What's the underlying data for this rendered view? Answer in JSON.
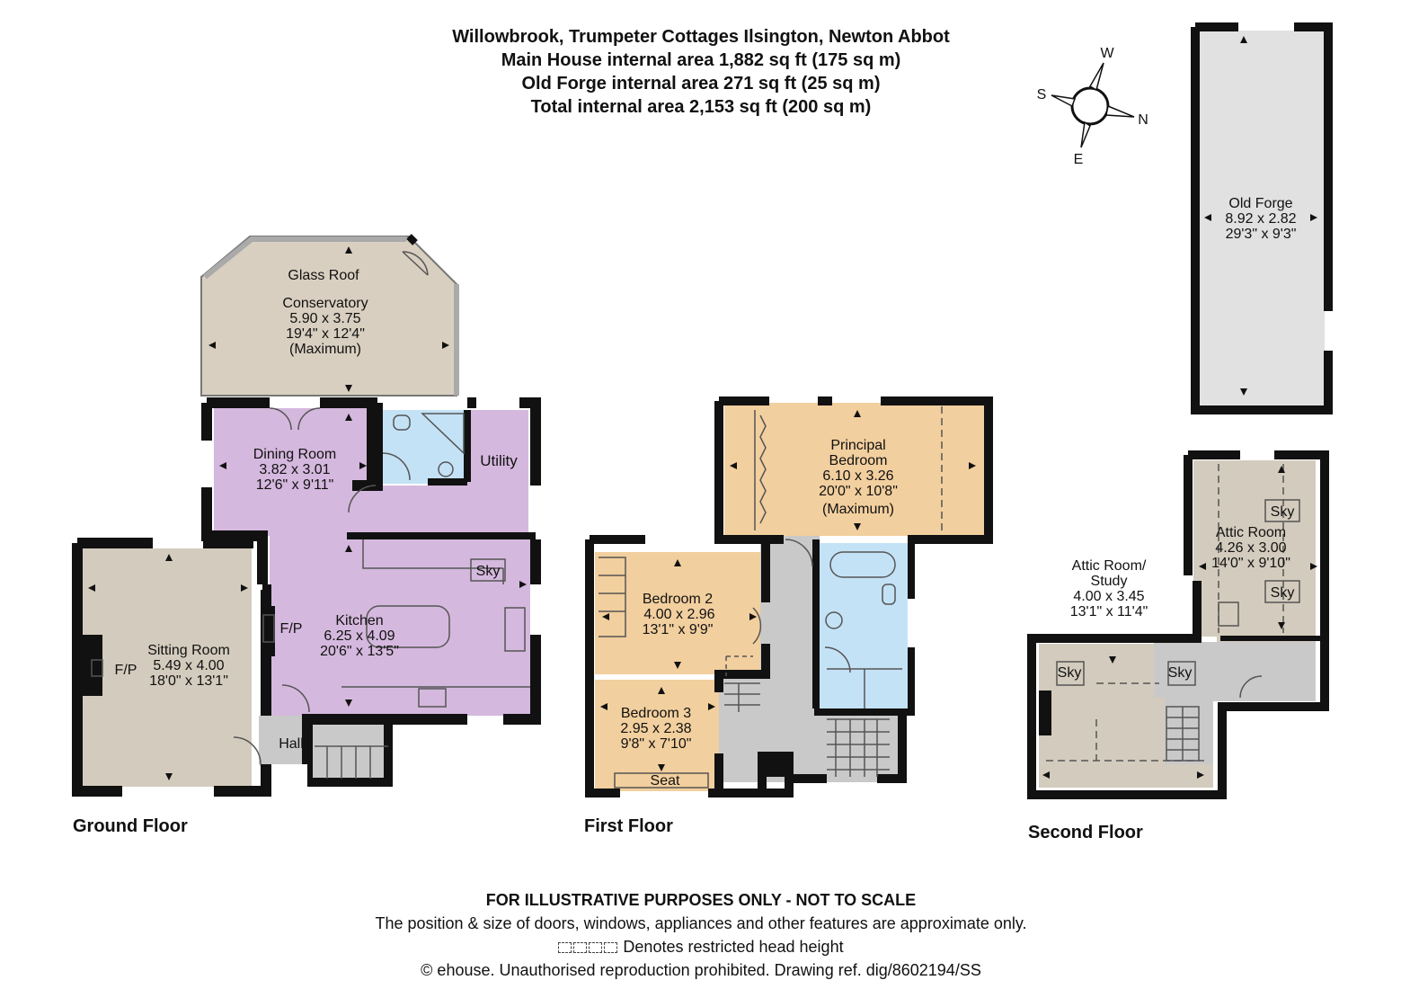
{
  "header": {
    "address": "Willowbrook, Trumpeter Cottages Ilsington, Newton Abbot",
    "main_area": "Main House internal area 1,882 sq ft (175 sq m)",
    "forge_area": "Old Forge internal area 271 sq ft (25 sq m)",
    "total_area": "Total internal area 2,153 sq ft (200 sq m)"
  },
  "compass": {
    "north": "N",
    "south": "S",
    "east": "E",
    "west": "W"
  },
  "colors": {
    "wall": "#111111",
    "conservatory": "#d9cfc0",
    "living": "#d3cbbd",
    "kitchen_dining": "#d5b8de",
    "bathroom": "#c4e2f6",
    "bedroom": "#f2cf9e",
    "circulation": "#c9c9c9",
    "forge": "#e1e1e1"
  },
  "floors": {
    "ground": {
      "label": "Ground Floor",
      "rooms": {
        "conservatory": {
          "roof": "Glass Roof",
          "name": "Conservatory",
          "metric": "5.90 x 3.75",
          "imperial": "19'4\" x 12'4\"",
          "note": "(Maximum)"
        },
        "dining": {
          "name": "Dining Room",
          "metric": "3.82 x 3.01",
          "imperial": "12'6\" x 9'11\""
        },
        "utility": {
          "name": "Utility"
        },
        "kitchen": {
          "name": "Kitchen",
          "metric": "6.25 x 4.09",
          "imperial": "20'6\" x 13'5\"",
          "sky": "Sky",
          "fp": "F/P"
        },
        "sitting": {
          "name": "Sitting Room",
          "metric": "5.49 x 4.00",
          "imperial": "18'0\" x 13'1\"",
          "fp": "F/P"
        },
        "hall": {
          "name": "Hall"
        }
      }
    },
    "first": {
      "label": "First Floor",
      "rooms": {
        "principal": {
          "name": "Principal",
          "name2": "Bedroom",
          "metric": "6.10 x 3.26",
          "imperial": "20'0\" x 10'8\"",
          "note": "(Maximum)"
        },
        "bed2": {
          "name": "Bedroom 2",
          "metric": "4.00 x 2.96",
          "imperial": "13'1\" x 9'9\""
        },
        "bed3": {
          "name": "Bedroom 3",
          "metric": "2.95 x 2.38",
          "imperial": "9'8\" x 7'10\"",
          "seat": "Seat"
        }
      }
    },
    "second": {
      "label": "Second Floor",
      "rooms": {
        "attic": {
          "name": "Attic Room",
          "metric": "4.26 x 3.00",
          "imperial": "14'0\" x 9'10\"",
          "sky": "Sky"
        },
        "study": {
          "name": "Attic Room/",
          "name2": "Study",
          "metric": "4.00 x 3.45",
          "imperial": "13'1\" x 11'4\"",
          "sky": "Sky"
        }
      }
    },
    "forge": {
      "rooms": {
        "forge": {
          "name": "Old Forge",
          "metric": "8.92 x 2.82",
          "imperial": "29'3\" x 9'3\""
        }
      }
    }
  },
  "footer": {
    "disclaimer": "FOR ILLUSTRATIVE PURPOSES ONLY - NOT TO SCALE",
    "note": "The position & size of doors, windows, appliances and other features are approximate only.",
    "restricted": "Denotes restricted head height",
    "copyright": "© ehouse. Unauthorised reproduction prohibited. Drawing ref. dig/8602194/SS"
  }
}
